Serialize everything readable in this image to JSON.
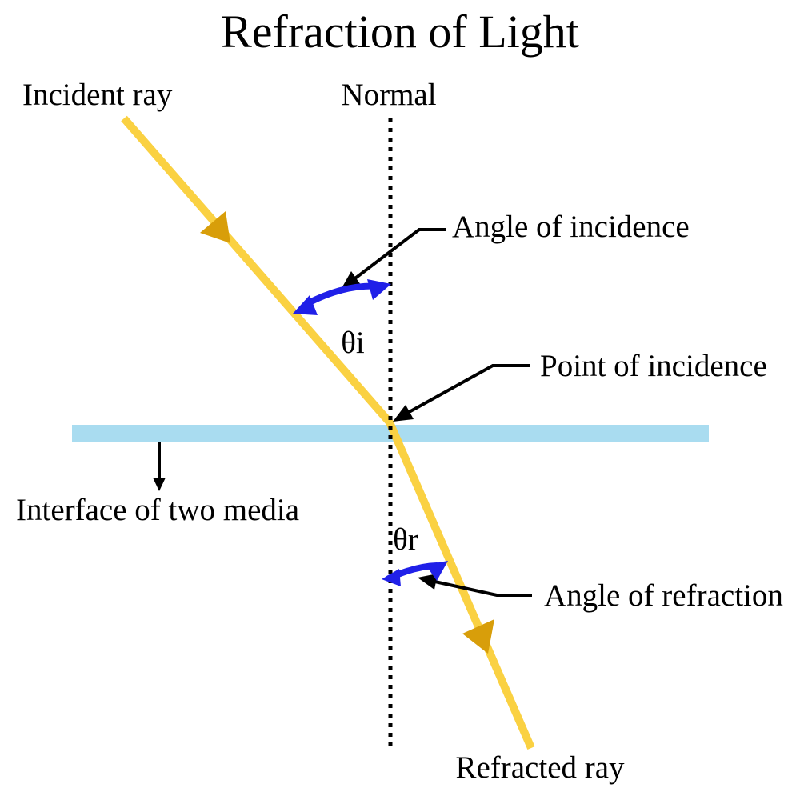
{
  "title": "Refraction of Light",
  "labels": {
    "incident_ray": "Incident ray",
    "normal": "Normal",
    "angle_of_incidence": "Angle of incidence",
    "theta_i": "θi",
    "point_of_incidence": "Point of incidence",
    "interface_of_two_media": "Interface of two media",
    "theta_r": "θr",
    "angle_of_refraction": "Angle of refraction",
    "refracted_ray": "Refracted ray"
  },
  "colors": {
    "background": "#FFFFFF",
    "ink": "#000000",
    "ray": "#FAD142",
    "ray_arrowhead": "#D89E0A",
    "angle_arrow": "#2020E8",
    "interface_bar": "#A9DCF0"
  }
}
